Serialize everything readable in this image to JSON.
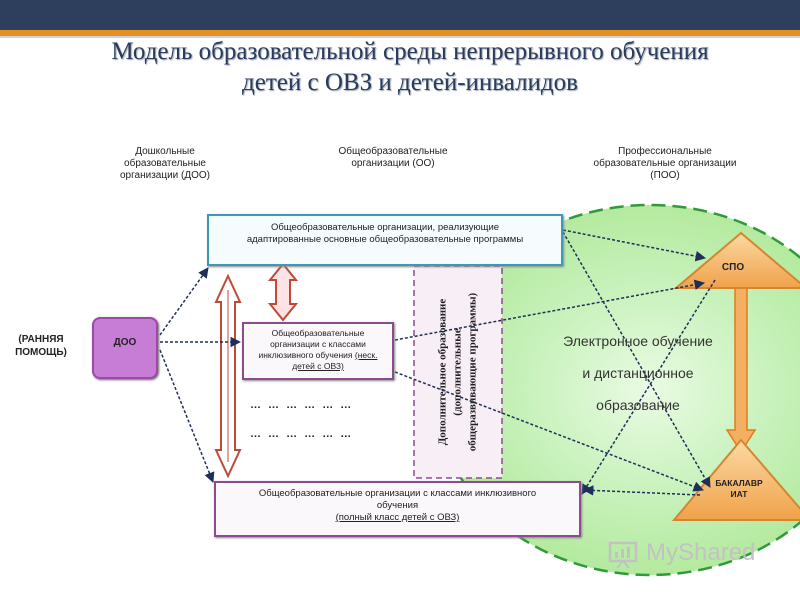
{
  "header": {
    "title_line1": "Модель образовательной среды непрерывного обучения",
    "title_line2": "детей с ОВЗ и детей-инвалидов",
    "colors": {
      "bar": "#2d3f5c",
      "accent": "#e8901f"
    }
  },
  "columns": {
    "doo_line1": "Дошкольные",
    "doo_line2": "образовательные",
    "doo_line3": "организации (ДОО)",
    "oo_line1": "Общеобразовательные",
    "oo_line2": "организации (ОО)",
    "poo_line1": "Профессиональные",
    "poo_line2": "образовательные организации",
    "poo_line3": "(ПОО)"
  },
  "early_help": {
    "line1": "(РАННЯЯ",
    "line2": "ПОМОЩЬ)"
  },
  "doo_box": {
    "label": "ДОО",
    "color": "#c77cd6"
  },
  "box_adapted": {
    "line1": "Общеобразовательные организации, реализующие",
    "line2": "адаптированные основные общеобразовательные программы"
  },
  "box_inclusive_classes": {
    "line1": "Общеобразовательные",
    "line2": "организации с классами",
    "line3": "инклюзивного обучения",
    "line3_note": "(неск.",
    "line4": "детей с ОВЗ)"
  },
  "box_inclusive_full": {
    "line1": "Общеобразовательные организации с классами инклюзивного",
    "line2": "обучения",
    "line3": "(полный класс детей с ОВЗ)"
  },
  "dots": {
    "row1": "… … … … … …",
    "row2": "… … … … … …"
  },
  "extra_education": {
    "line1": "Дополнительное образование",
    "line2": "(дополнительные",
    "line3": "общеразвивающие программы)"
  },
  "e_learning": {
    "line1": "Электронное обучение",
    "line2": "и дистанционное",
    "line3": "образование",
    "color": "#c8f0c0"
  },
  "spo": {
    "label": "СПО"
  },
  "bachelor": {
    "line1": "БАКАЛАВР",
    "line2": "ИАТ"
  },
  "watermark": {
    "text": "MyShared"
  }
}
